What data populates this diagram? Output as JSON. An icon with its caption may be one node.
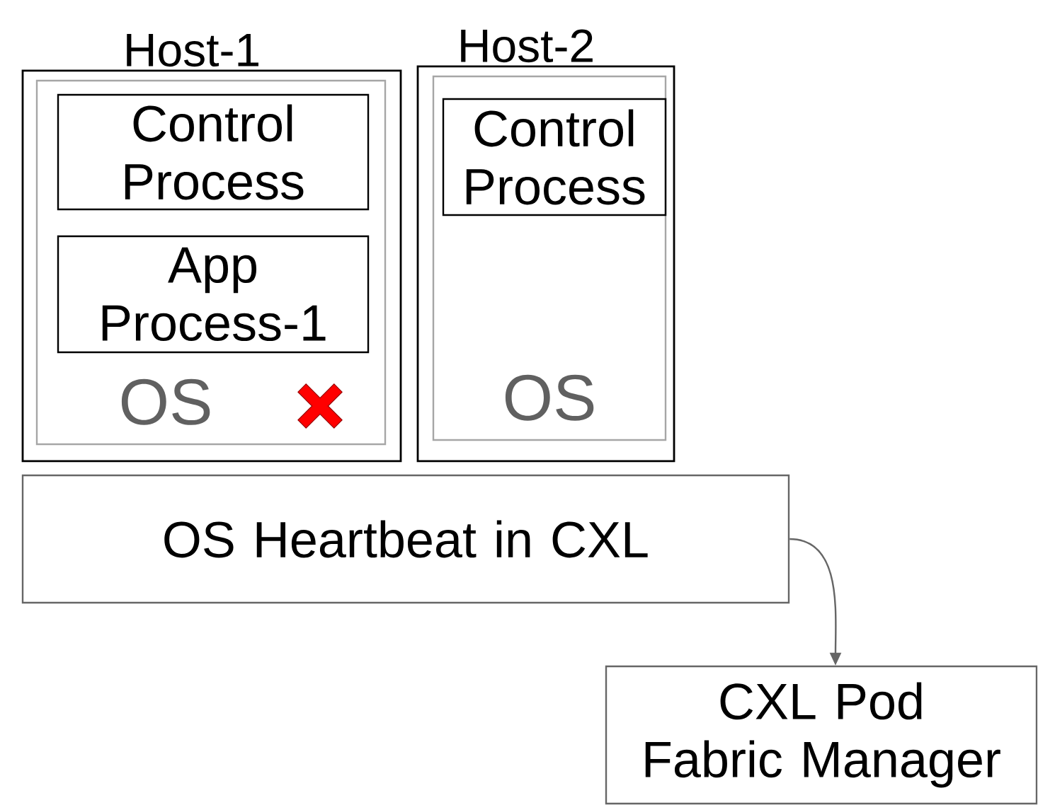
{
  "diagram": {
    "nodes": [
      {
        "text": [
          "Host-1"
        ]
      },
      {
        "text": [
          "OS"
        ],
        "in": 0
      },
      {
        "text": [
          "Control Process"
        ],
        "in": 1
      },
      {
        "text": [
          "App Process-1"
        ],
        "in": 1
      },
      {
        "text": [
          "Host-2"
        ]
      },
      {
        "text": [
          "OS"
        ],
        "in": 4
      },
      {
        "text": [
          "Control Process"
        ],
        "in": 5
      },
      {
        "text": [
          "OS Heartbeat in CXL"
        ]
      },
      {
        "text": [
          "CXL Pod Fabric Manager"
        ]
      }
    ],
    "edges": [
      {
        "from": 7,
        "to": 8,
        "arrow": "to"
      }
    ]
  }
}
